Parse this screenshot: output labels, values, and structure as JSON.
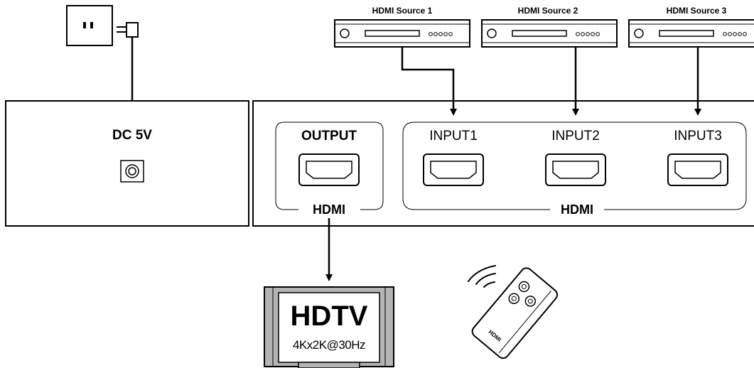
{
  "power": {
    "label": "DC 5V"
  },
  "sources": [
    {
      "label": "HDMI Source 1"
    },
    {
      "label": "HDMI Source 2"
    },
    {
      "label": "HDMI Source 3"
    }
  ],
  "output_group": {
    "title": "OUTPUT",
    "footer": "HDMI"
  },
  "input_group": {
    "footer": "HDMI",
    "ports": [
      {
        "label": "INPUT1"
      },
      {
        "label": "INPUT2"
      },
      {
        "label": "INPUT3"
      }
    ]
  },
  "tv": {
    "title": "HDTV",
    "resolution": "4Kx2K@30Hz"
  },
  "remote": {
    "brand": "HDMI"
  },
  "colors": {
    "stroke": "#000000",
    "tv_bezel": "#b4b4b4",
    "background": "#ffffff"
  }
}
